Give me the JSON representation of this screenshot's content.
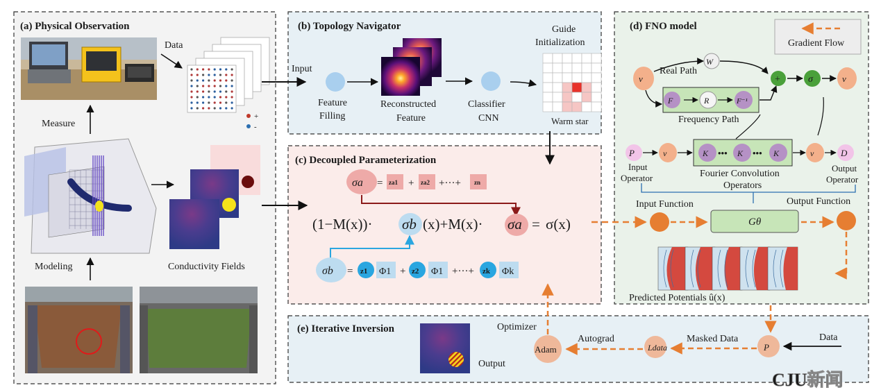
{
  "panel_a": {
    "title": "(a) Physical Observation",
    "data_label": "Data",
    "measure_label": "Measure",
    "modeling_label": "Modeling",
    "fields_label": "Conductivity Fields",
    "legend_plus": "+",
    "legend_minus": "-"
  },
  "panel_b": {
    "title": "(b) Topology Navigator",
    "input_label": "Input",
    "feature_filling": [
      "Feature",
      "Filling"
    ],
    "reconstructed": [
      "Reconstructed",
      "Feature"
    ],
    "classifier": [
      "Classifier",
      "CNN"
    ],
    "guide": [
      "Guide",
      "Initialization"
    ],
    "warm_start": "Warm star"
  },
  "panel_c": {
    "title": "(c) Decoupled Parameterization",
    "sigma_a": "σa",
    "sigma_b": "σb",
    "sigma": "σ(x)",
    "z_a1": "za1",
    "z_a2": "za2",
    "z_an": "zn",
    "z1": "z1",
    "z2": "z2",
    "zk": "zk",
    "phi1": "Φ1",
    "phik": "Φk",
    "dots": "+···+",
    "main_eq_lhs": "(1−M(x))·",
    "main_eq_mid": "(x)+M(x)·",
    "equals": "="
  },
  "panel_d": {
    "title": "(d) FNO model",
    "gradient_flow": "Gradient Flow",
    "real_path": "Real Path",
    "frequency_path": "Frequency Path",
    "W": "W",
    "R": "R",
    "F": "F",
    "F_inv": "F⁻¹",
    "v": "v",
    "sigma": "σ",
    "plus": "+",
    "P": "P",
    "D": "D",
    "K": "K",
    "input_operator": [
      "Input",
      "Operator"
    ],
    "fourier_ops": [
      "Fourier Convolution",
      "Operators"
    ],
    "output_operator": [
      "Output",
      "Operator"
    ],
    "input_function": "Input Function",
    "output_function": "Output Function",
    "G_theta": "Gθ",
    "predicted": "Predicted Potentials û(x)"
  },
  "panel_e": {
    "title": "(e) Iterative Inversion",
    "optimizer": "Optimizer",
    "adam": "Adam",
    "autograd": "Autograd",
    "L_data": "Ldata",
    "masked_data": "Masked Data",
    "P": "P",
    "data": "Data",
    "output": "Output"
  },
  "watermark": "CJU新闻",
  "colors": {
    "panel_a_bg": "#f3f3f3",
    "panel_b_bg": "#e7f0f5",
    "panel_c_bg": "#fbecea",
    "panel_d_bg": "#eaf2ea",
    "panel_e_bg": "#e7f0f5",
    "accent_orange": "#e67e32",
    "dark_red": "#8b1a1a",
    "light_blue": "#9ec9ea",
    "green": "#4aa03a"
  }
}
